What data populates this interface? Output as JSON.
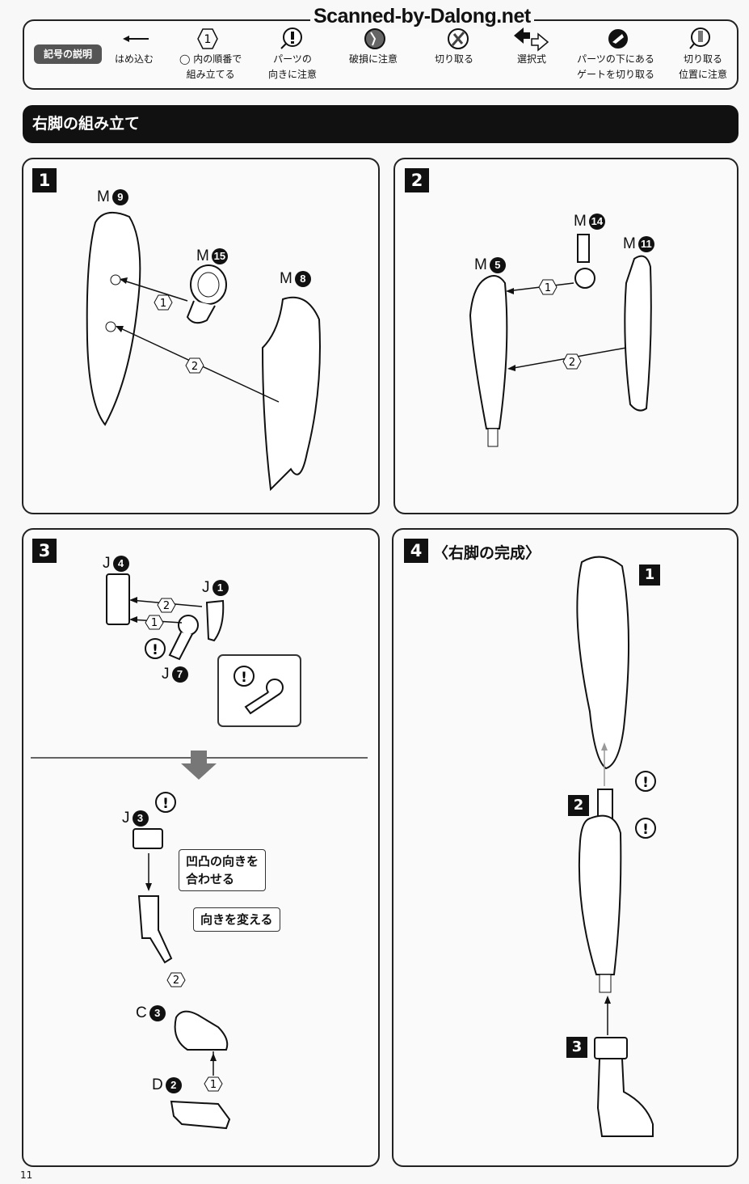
{
  "watermark": "Scanned-by-Dalong.net",
  "legend": {
    "title": "記号の説明",
    "items": [
      {
        "icon": "arrow-left-icon",
        "label": "はめ込む"
      },
      {
        "icon": "hexagon-number-icon",
        "icon_text": "1",
        "label": "◯ 内の順番で",
        "label2": "組み立てる"
      },
      {
        "icon": "exclamation-icon",
        "label": "パーツの",
        "label2": "向きに注意"
      },
      {
        "icon": "break-warning-icon",
        "label": "破損に注意"
      },
      {
        "icon": "cut-icon",
        "label": "切り取る"
      },
      {
        "icon": "choice-arrows-icon",
        "label": "選択式"
      },
      {
        "icon": "gate-cut-icon",
        "label": "パーツの下にある",
        "label2": "ゲートを切り取る"
      },
      {
        "icon": "cut-position-icon",
        "label": "切り取る",
        "label2": "位置に注意"
      }
    ]
  },
  "section_title": "右脚の組み立て",
  "steps": [
    {
      "number": "1",
      "parts": [
        {
          "runner": "M",
          "num": "9"
        },
        {
          "runner": "M",
          "num": "15"
        },
        {
          "runner": "M",
          "num": "8"
        }
      ],
      "order": [
        "1",
        "2"
      ]
    },
    {
      "number": "2",
      "parts": [
        {
          "runner": "M",
          "num": "14"
        },
        {
          "runner": "M",
          "num": "11"
        },
        {
          "runner": "M",
          "num": "5"
        }
      ],
      "order": [
        "1",
        "2"
      ]
    },
    {
      "number": "3",
      "parts": [
        {
          "runner": "J",
          "num": "4"
        },
        {
          "runner": "J",
          "num": "1"
        },
        {
          "runner": "J",
          "num": "7"
        },
        {
          "runner": "J",
          "num": "3"
        },
        {
          "runner": "C",
          "num": "3"
        },
        {
          "runner": "D",
          "num": "2"
        }
      ],
      "order": [
        "1",
        "2"
      ],
      "callouts": [
        "凹凸の向きを",
        "合わせる",
        "向きを変える"
      ],
      "warn": "!"
    },
    {
      "number": "4",
      "title": "〈右脚の完成〉",
      "sub_steps": [
        "1",
        "2",
        "3"
      ],
      "warn": "!"
    }
  ],
  "page_number": "11"
}
